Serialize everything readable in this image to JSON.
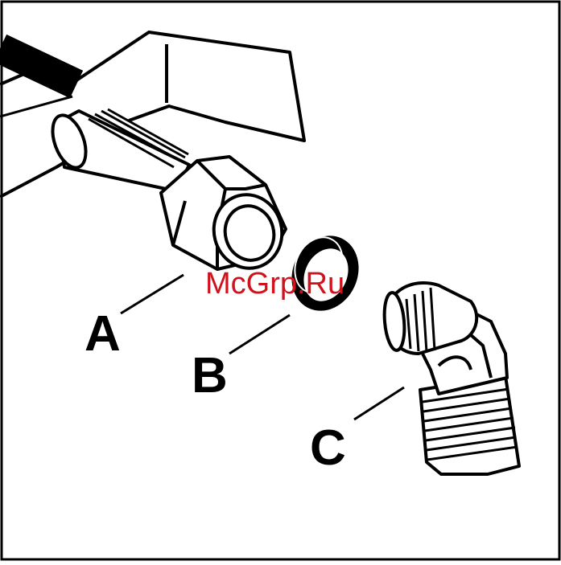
{
  "diagram": {
    "callouts": [
      {
        "id": "A",
        "label": "A"
      },
      {
        "id": "B",
        "label": "B"
      },
      {
        "id": "C",
        "label": "C"
      }
    ],
    "watermark": "McGrp.Ru"
  },
  "colors": {
    "line": "#000000",
    "background": "#ffffff",
    "watermark": "#d0121c"
  }
}
